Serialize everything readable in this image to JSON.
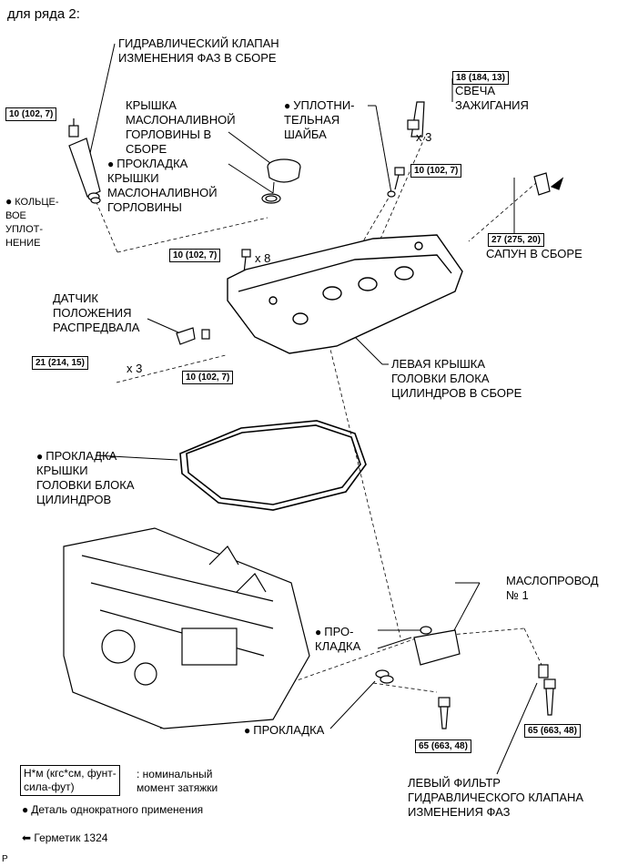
{
  "header": "для ряда 2:",
  "labels": {
    "ocv": "ГИДРАВЛИЧЕСКИЙ КЛАПАН\nИЗМЕНЕНИЯ ФАЗ В СБОРЕ",
    "oil_cap": "КРЫШКА\nМАСЛОНАЛИВНОЙ\nГОРЛОВИНЫ В\nСБОРЕ",
    "oil_cap_gasket": "ПРОКЛАДКА\nКРЫШКИ\nМАСЛОНАЛИВНОЙ\nГОРЛОВИНЫ",
    "o_ring": "КОЛЬЦЕ-\nВОЕ\nУПЛОТ-\nНЕНИЕ",
    "washer": "УПЛОТНИ-\nТЕЛЬНАЯ\nШАЙБА",
    "spark_plug": "СВЕЧА\nЗАЖИГАНИЯ",
    "breather": "САПУН В СБОРЕ",
    "cam_sensor": "ДАТЧИК\nПОЛОЖЕНИЯ\nРАСПРЕДВАЛА",
    "head_cover": "ЛЕВАЯ КРЫШКА\nГОЛОВКИ БЛОКА\nЦИЛИНДРОВ В СБОРЕ",
    "head_cover_gasket": "ПРОКЛАДКА\nКРЫШКИ\nГОЛОВКИ БЛОКА\nЦИЛИНДРОВ",
    "oil_pipe": "МАСЛОПРОВОД\n№ 1",
    "gasket_pipe": "ПРО-\nКЛАДКА",
    "gasket_lower": "ПРОКЛАДКА",
    "filter": "ЛЕВЫЙ ФИЛЬТР\nГИДРАВЛИЧЕСКОГО КЛАПАНА\nИЗМЕНЕНИЯ ФАЗ"
  },
  "torques": {
    "t1": "10 (102, 7)",
    "t2": "18 (184, 13)",
    "t3": "10 (102, 7)",
    "t4": "27 (275, 20)",
    "t5": "10 (102, 7)",
    "t6": "21 (214, 15)",
    "t7": "10 (102, 7)",
    "t8": "65 (663, 48)",
    "t9": "65 (663, 48)"
  },
  "qty": {
    "spark_plug": "x 3",
    "cover_bolts": "x 8",
    "sensor_bolts": "x 3"
  },
  "legend": {
    "torque_unit": "Н*м (кгс*см, фунт-\nсила-фут)",
    "torque_desc": ": номинальный\nмомент затяжки",
    "single_use": "Деталь однократного применения",
    "sealant": "Герметик 1324"
  },
  "footer_code": "P"
}
